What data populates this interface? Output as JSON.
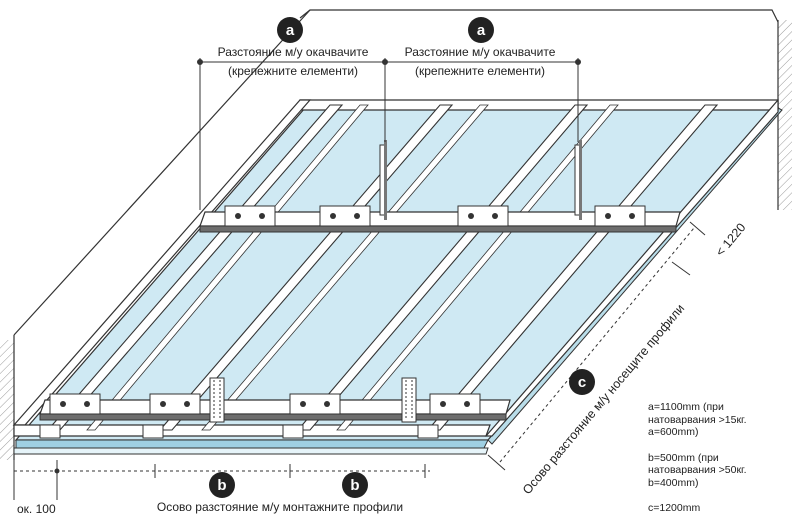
{
  "labels": {
    "a_badge": "a",
    "b_badge": "b",
    "c_badge": "c",
    "fastener_spacing_line1": "Разстояние м/у окачвачите",
    "fastener_spacing_line2": "(крепежните елементи)",
    "mounting_profile_spacing": "Осово разстояние м/у монтажните профили",
    "bearing_profile_spacing": "Осово разстояние м/у носещите профили",
    "edge_offset": "ок. 100",
    "max_span": "< 1220"
  },
  "notes": {
    "a_line1": "a=1100mm (при",
    "a_line2": "натоварвания >15кг.",
    "a_line3": "a=600mm)",
    "b_line1": "b=500mm (при",
    "b_line2": "натоварвания >50кг.",
    "b_line3": "b=400mm)",
    "c_line1": "c=1200mm"
  },
  "colors": {
    "panel": "#cfe9f3",
    "panel_light": "#e6f4f9",
    "profile": "#ffffff",
    "profile_shadow": "#6d6d6d",
    "outline": "#333333",
    "dimension": "#333333",
    "badge": "#222222",
    "hatch": "#999999"
  }
}
